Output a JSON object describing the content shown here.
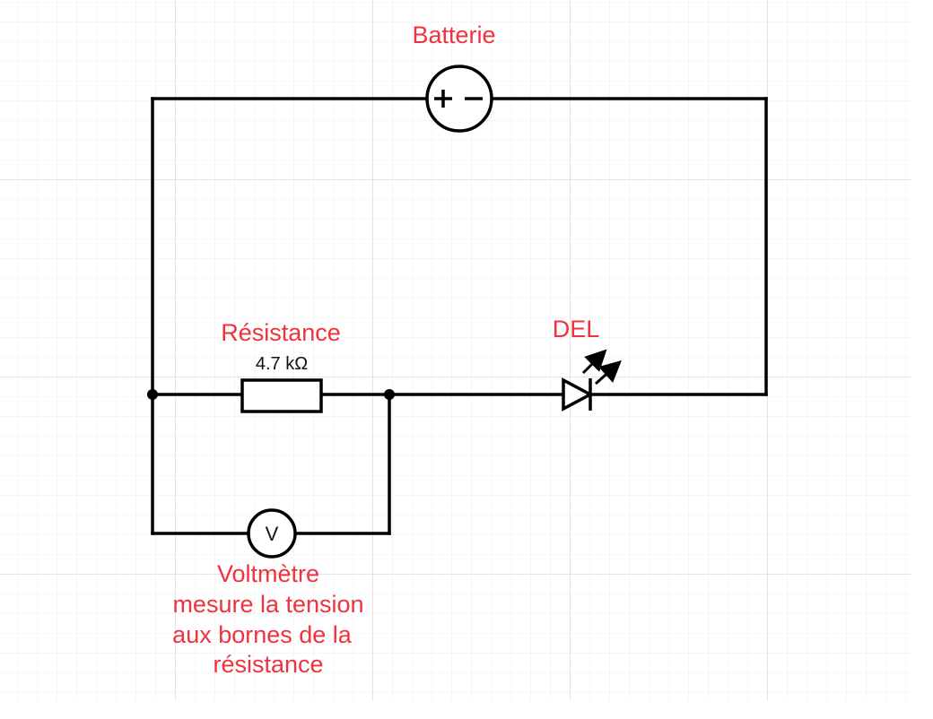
{
  "diagram": {
    "battery": {
      "label": "Batterie",
      "symbol": "+−"
    },
    "resistor": {
      "label": "Résistance",
      "value": "4.7 kΩ"
    },
    "led": {
      "label": "DEL"
    },
    "voltmeter": {
      "symbol": "V",
      "label_lines": [
        "Voltmètre",
        "mesure la tension",
        "aux bornes de la",
        "résistance"
      ]
    }
  },
  "colors": {
    "label": "#f0323c",
    "wire": "#000000",
    "grid": "#e6e6e6"
  }
}
